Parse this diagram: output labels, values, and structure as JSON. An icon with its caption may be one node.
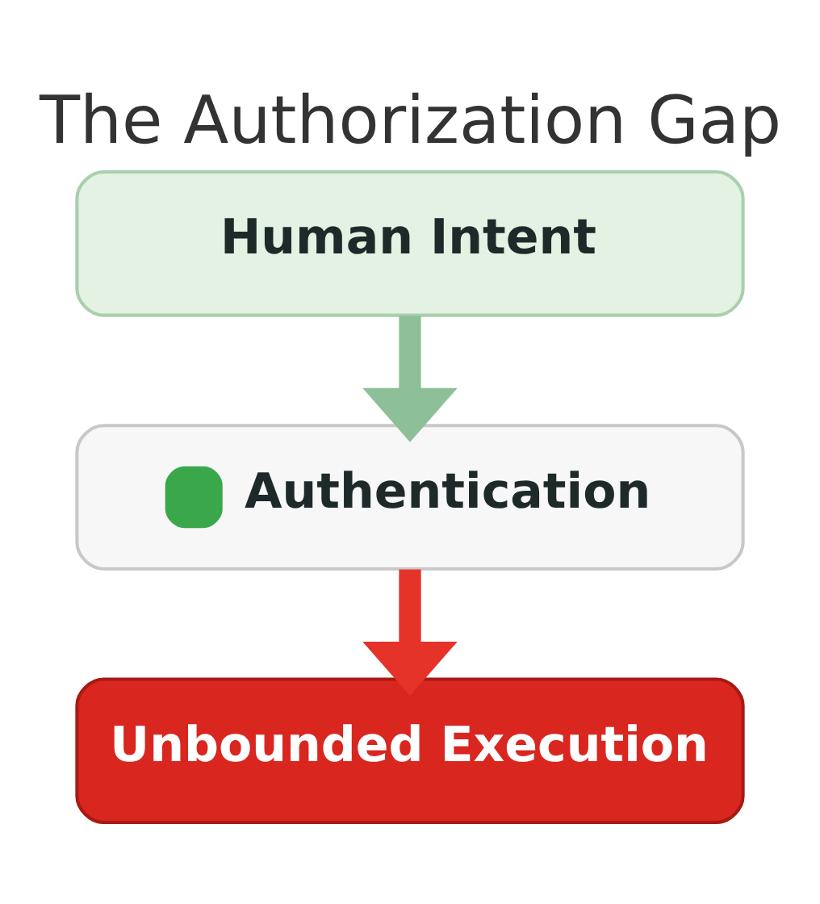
{
  "diagram": {
    "title": "The Authorization Gap",
    "nodes": [
      {
        "text": [
          "Human Intent"
        ]
      },
      {
        "text": [
          "Authentication"
        ]
      },
      {
        "text": [
          "Unbounded Execution"
        ]
      }
    ],
    "edges": [
      {
        "from": 0,
        "to": 1,
        "arrow": "to",
        "color": "#8dbf98"
      },
      {
        "from": 1,
        "to": 2,
        "arrow": "to",
        "color": "#e5332a"
      }
    ]
  }
}
